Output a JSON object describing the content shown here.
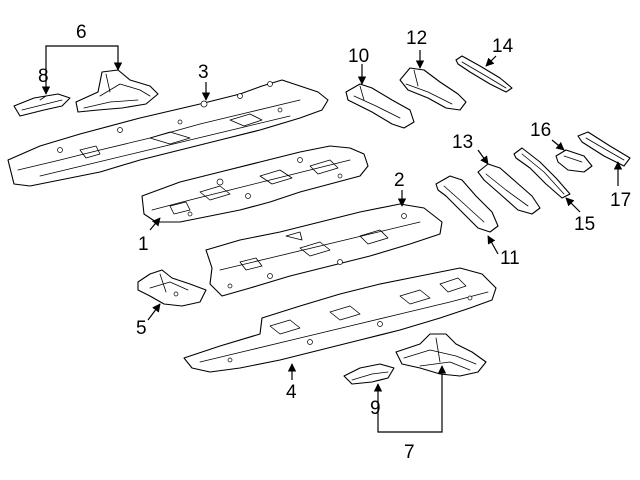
{
  "callouts": {
    "c1": "1",
    "c2": "2",
    "c3": "3",
    "c4": "4",
    "c5": "5",
    "c6": "6",
    "c7": "7",
    "c8": "8",
    "c9": "9",
    "c10": "10",
    "c11": "11",
    "c12": "12",
    "c13": "13",
    "c14": "14",
    "c15": "15",
    "c16": "16",
    "c17": "17"
  },
  "colors": {
    "line": "#000000",
    "background": "#ffffff"
  }
}
